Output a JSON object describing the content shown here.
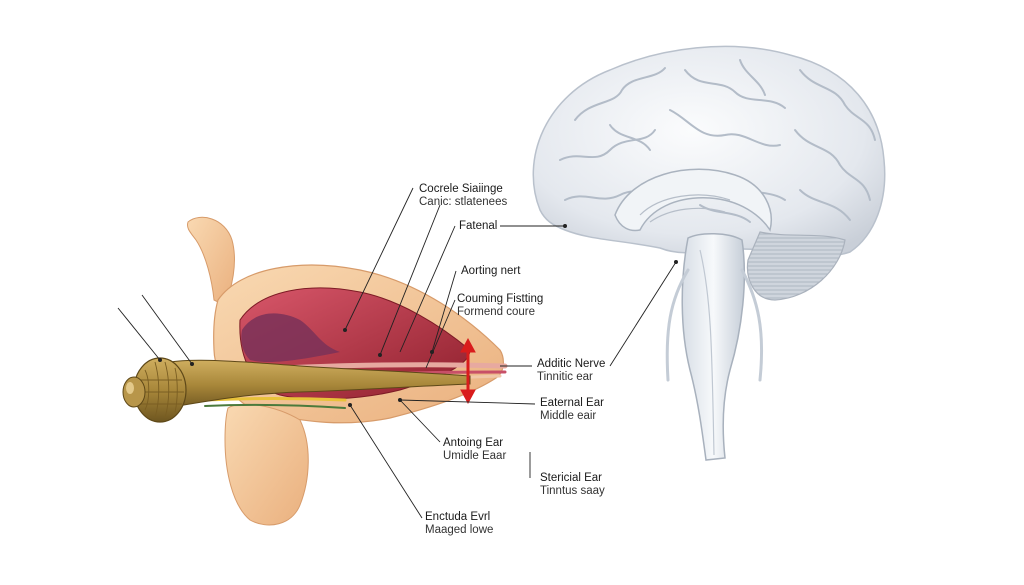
{
  "labels": {
    "cochlea_title": "Cocrele Siaiinge",
    "cochlea_sub": "Canic: stlatenees",
    "fatenal": "Fatenal",
    "aorting": "Aorting nert",
    "couming_title": "Couming Fistting",
    "couming_sub": "Formend coure",
    "nerve_title": "Additic Nerve",
    "nerve_sub": "Tinnitic ear",
    "external_title": "Eaternal Ear",
    "external_sub": "Middle eair",
    "antoing_title": "Antoing Ear",
    "antoing_sub": "Umidle Eaar",
    "stericial_title": "Stericial Ear",
    "stericial_sub": "Tinntus saay",
    "enctuda_title": "Enctuda Evrl",
    "enctuda_sub": "Maaged lowe"
  },
  "colors": {
    "pinna": "#f3c89a",
    "ear_canal_red": "#b8343c",
    "nerve_gold": "#a88a3e",
    "brain": "#e8ebf0",
    "arrow_red": "#d91c1c"
  }
}
